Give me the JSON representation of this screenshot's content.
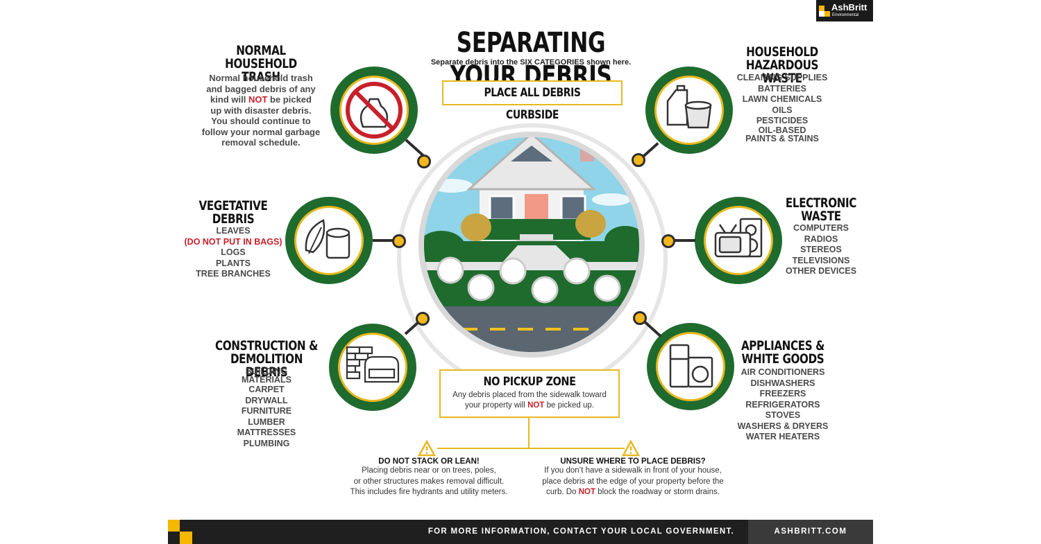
{
  "logo": {
    "name": "AshBritt",
    "sub": "Environmental"
  },
  "header": {
    "title": "SEPARATING YOUR DEBRIS",
    "subtitle": "Separate debris into the SIX CATEGORIES shown here.",
    "curbside": "PLACE ALL DEBRIS CURBSIDE"
  },
  "categories": {
    "normal": {
      "title1": "NORMAL",
      "title2": "HOUSEHOLD TRASH",
      "line1": "Normal household trash",
      "line2": "and bagged debris of any",
      "line3a": "kind will ",
      "line3b": "NOT",
      "line3c": " be picked",
      "line4": "up with disaster debris.",
      "line5": "You should continue to",
      "line6": "follow your normal garbage",
      "line7": "removal schedule."
    },
    "vegetative": {
      "title1": "VEGETATIVE",
      "title2": "DEBRIS",
      "items": [
        "LEAVES",
        "(DO NOT PUT IN BAGS)",
        "LOGS",
        "PLANTS",
        "TREE BRANCHES"
      ]
    },
    "construction": {
      "title1": "CONSTRUCTION &",
      "title2": "DEMOLITION DEBRIS",
      "items": [
        "BUILDING",
        "MATERIALS",
        "CARPET",
        "DRYWALL",
        "FURNITURE",
        "LUMBER",
        "MATTRESSES",
        "PLUMBING"
      ]
    },
    "hazardous": {
      "title1": "HOUSEHOLD",
      "title2": "HAZARDOUS WASTE",
      "items": [
        "CLEANING SUPPLIES",
        "BATTERIES",
        "LAWN CHEMICALS",
        "OILS",
        "PESTICIDES",
        "OIL-BASED",
        "PAINTS & STAINS"
      ]
    },
    "electronic": {
      "title1": "ELECTRONIC",
      "title2": "WASTE",
      "items": [
        "COMPUTERS",
        "RADIOS",
        "STEREOS",
        "TELEVISIONS",
        "OTHER DEVICES"
      ]
    },
    "appliances": {
      "title1": "APPLIANCES &",
      "title2": "WHITE GOODS",
      "items": [
        "AIR CONDITIONERS",
        "DISHWASHERS",
        "FREEZERS",
        "REFRIGERATORS",
        "STOVES",
        "WASHERS & DRYERS",
        "WATER HEATERS"
      ]
    }
  },
  "nopickup": {
    "title": "NO PICKUP ZONE",
    "line1": "Any debris placed from the sidewalk toward",
    "line2a": "your property will ",
    "line2b": "NOT",
    "line2c": " be picked up."
  },
  "tips": {
    "stack": {
      "title": "DO NOT STACK OR LEAN!",
      "line1": "Placing debris near or on trees, poles,",
      "line2": "or other structures makes removal difficult.",
      "line3": "This includes fire hydrants and utility meters."
    },
    "unsure": {
      "title": "UNSURE WHERE TO PLACE DEBRIS?",
      "line1": "If you don’t have a sidewalk in front of your house,",
      "line2": "place debris at the edge of your property before the",
      "line3a": "curb. Do ",
      "line3b": "NOT",
      "line3c": " block the roadway or storm drains."
    }
  },
  "footer": {
    "info": "FOR MORE INFORMATION, CONTACT YOUR LOCAL GOVERNMENT.",
    "site": "ASHBRITT.COM"
  },
  "colors": {
    "green": "#1f6b2e",
    "gold": "#e8b81f",
    "red": "#c8202b",
    "dark": "#1f1f1f"
  }
}
